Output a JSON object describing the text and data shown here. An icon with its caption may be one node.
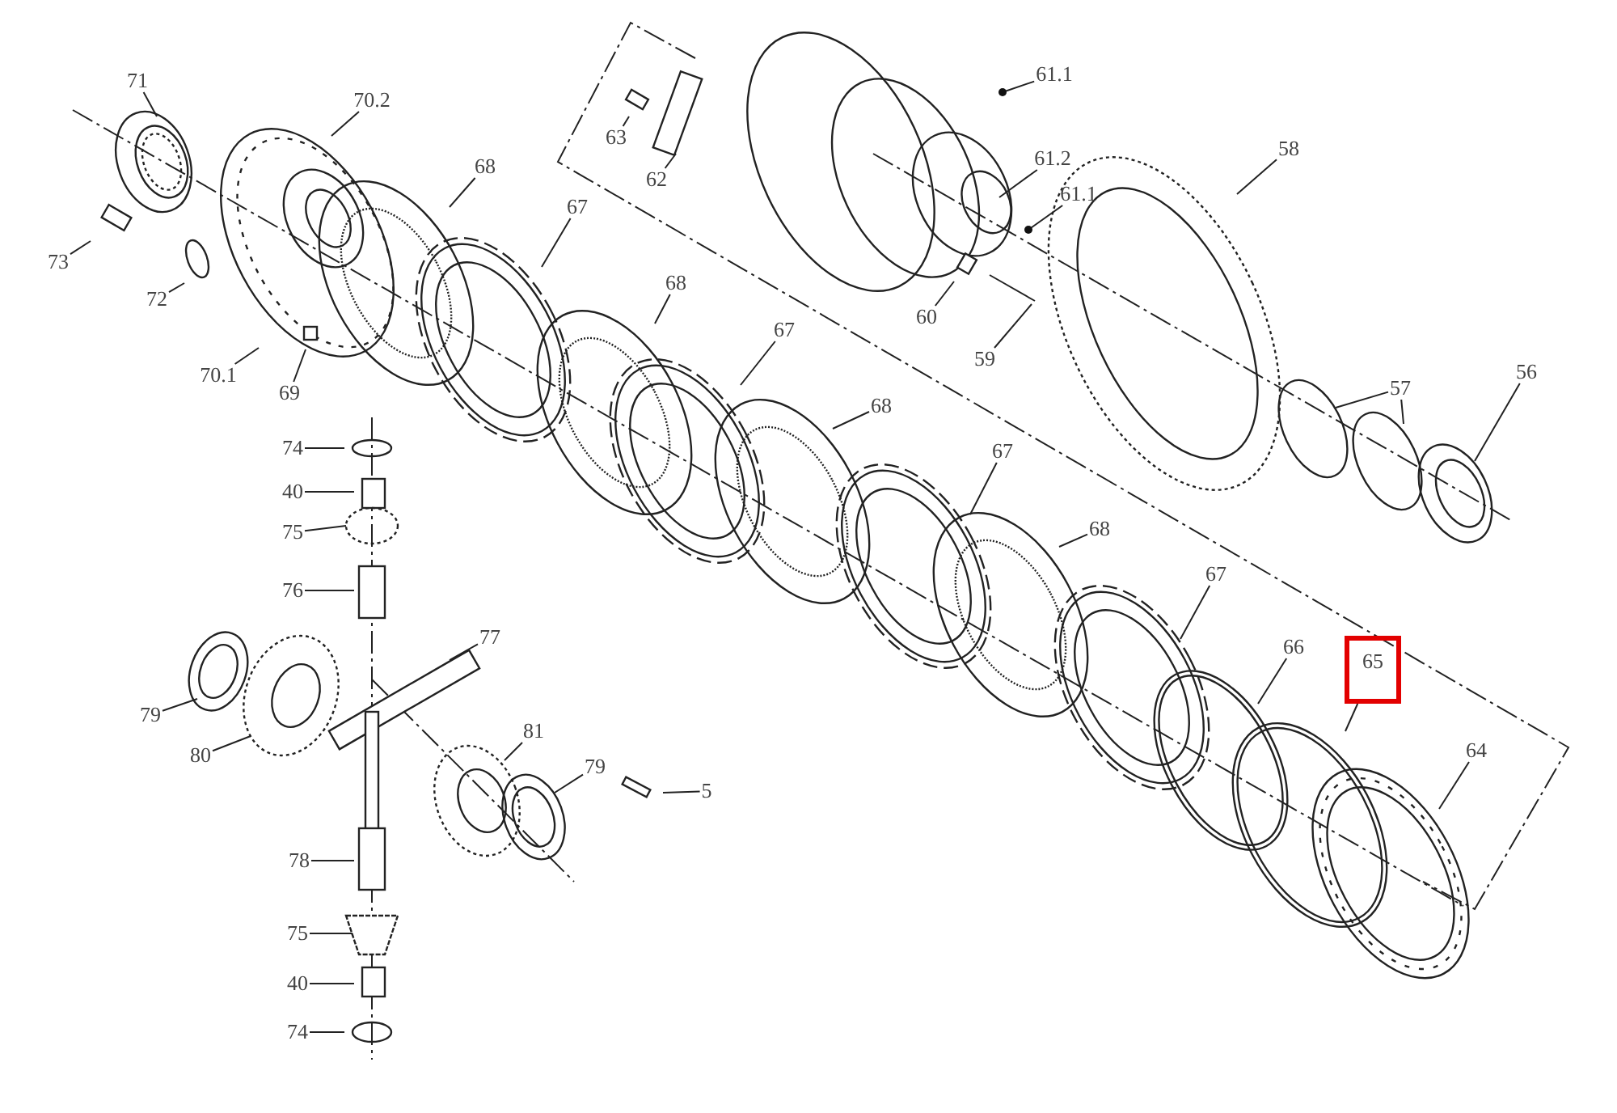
{
  "diagram": {
    "nodes": [
      {
        "text": [
          "71"
        ]
      },
      {
        "text": [
          "70.2"
        ]
      },
      {
        "text": [
          "61.1"
        ]
      },
      {
        "text": [
          "63"
        ]
      },
      {
        "text": [
          "61.2"
        ]
      },
      {
        "text": [
          "62"
        ]
      },
      {
        "text": [
          "68"
        ]
      },
      {
        "text": [
          "58"
        ]
      },
      {
        "text": [
          "61.1"
        ]
      },
      {
        "text": [
          "73"
        ]
      },
      {
        "text": [
          "67"
        ]
      },
      {
        "text": [
          "72"
        ]
      },
      {
        "text": [
          "68"
        ]
      },
      {
        "text": [
          "60"
        ]
      },
      {
        "text": [
          "67"
        ]
      },
      {
        "text": [
          "59"
        ]
      },
      {
        "text": [
          "70.1"
        ]
      },
      {
        "text": [
          "69"
        ]
      },
      {
        "text": [
          "57"
        ]
      },
      {
        "text": [
          "56"
        ]
      },
      {
        "text": [
          "68"
        ]
      },
      {
        "text": [
          "74"
        ]
      },
      {
        "text": [
          "67"
        ]
      },
      {
        "text": [
          "40"
        ]
      },
      {
        "text": [
          "75"
        ]
      },
      {
        "text": [
          "68"
        ]
      },
      {
        "text": [
          "76"
        ]
      },
      {
        "text": [
          "67"
        ]
      },
      {
        "text": [
          "77"
        ]
      },
      {
        "text": [
          "66"
        ]
      },
      {
        "text": [
          "65"
        ]
      },
      {
        "text": [
          "79"
        ]
      },
      {
        "text": [
          "81"
        ]
      },
      {
        "text": [
          "80"
        ]
      },
      {
        "text": [
          "64"
        ]
      },
      {
        "text": [
          "79"
        ]
      },
      {
        "text": [
          "5"
        ]
      },
      {
        "text": [
          "78"
        ]
      },
      {
        "text": [
          "75"
        ]
      },
      {
        "text": [
          "40"
        ]
      },
      {
        "text": [
          "74"
        ]
      }
    ],
    "edges": [
      {
        "from": 0,
        "to": null,
        "arrow": "none"
      },
      {
        "from": 1,
        "to": null,
        "arrow": "none"
      },
      {
        "from": 2,
        "to": null,
        "arrow": "other"
      },
      {
        "from": 3,
        "to": null,
        "arrow": "none"
      },
      {
        "from": 4,
        "to": null,
        "arrow": "none"
      },
      {
        "from": 5,
        "to": null,
        "arrow": "none"
      },
      {
        "from": 6,
        "to": null,
        "arrow": "none"
      },
      {
        "from": 7,
        "to": null,
        "arrow": "none"
      },
      {
        "from": 8,
        "to": null,
        "arrow": "other"
      },
      {
        "from": 9,
        "to": null,
        "arrow": "none"
      },
      {
        "from": 10,
        "to": null,
        "arrow": "none"
      },
      {
        "from": 11,
        "to": null,
        "arrow": "none"
      },
      {
        "from": 12,
        "to": null,
        "arrow": "none"
      },
      {
        "from": 13,
        "to": null,
        "arrow": "none"
      },
      {
        "from": 14,
        "to": null,
        "arrow": "none"
      },
      {
        "from": 15,
        "to": null,
        "arrow": "none"
      },
      {
        "from": 16,
        "to": null,
        "arrow": "none"
      },
      {
        "from": 17,
        "to": null,
        "arrow": "none"
      },
      {
        "from": 18,
        "to": null,
        "arrow": "none"
      },
      {
        "from": 18,
        "to": null,
        "arrow": "none"
      },
      {
        "from": 19,
        "to": null,
        "arrow": "none"
      },
      {
        "from": 20,
        "to": null,
        "arrow": "none"
      },
      {
        "from": 21,
        "to": null,
        "arrow": "none"
      },
      {
        "from": 22,
        "to": null,
        "arrow": "none"
      },
      {
        "from": 23,
        "to": null,
        "arrow": "none"
      },
      {
        "from": 24,
        "to": null,
        "arrow": "none"
      },
      {
        "from": 25,
        "to": null,
        "arrow": "none"
      },
      {
        "from": 26,
        "to": null,
        "arrow": "none"
      },
      {
        "from": 27,
        "to": null,
        "arrow": "none"
      },
      {
        "from": 28,
        "to": null,
        "arrow": "none"
      },
      {
        "from": 29,
        "to": null,
        "arrow": "none"
      },
      {
        "from": 30,
        "to": null,
        "arrow": "none"
      },
      {
        "from": 31,
        "to": null,
        "arrow": "none"
      },
      {
        "from": 32,
        "to": null,
        "arrow": "none"
      },
      {
        "from": 33,
        "to": null,
        "arrow": "none"
      },
      {
        "from": 34,
        "to": null,
        "arrow": "none"
      },
      {
        "from": 35,
        "to": null,
        "arrow": "none"
      },
      {
        "from": 36,
        "to": null,
        "arrow": "none"
      },
      {
        "from": 37,
        "to": null,
        "arrow": "none"
      },
      {
        "from": 38,
        "to": null,
        "arrow": "none"
      },
      {
        "from": 39,
        "to": null,
        "arrow": "none"
      },
      {
        "from": 40,
        "to": null,
        "arrow": "none"
      }
    ]
  }
}
